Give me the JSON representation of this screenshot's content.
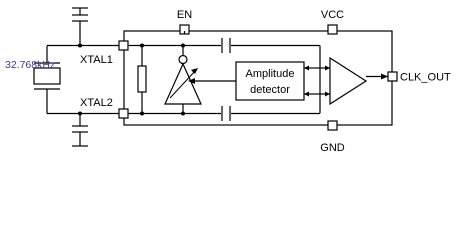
{
  "pins": {
    "en": "EN",
    "vcc": "VCC",
    "gnd": "GND",
    "xtal1": "XTAL1",
    "xtal2": "XTAL2",
    "clk_out": "CLK_OUT"
  },
  "crystal": {
    "frequency": "32.768kHz",
    "label_color": "#3a3a8c"
  },
  "blocks": {
    "detector_line1": "Amplitude",
    "detector_line2": "detector"
  },
  "icons": [
    "crystal-icon",
    "capacitor-icon",
    "resistor-icon",
    "amplifier-icon",
    "buffer-icon",
    "ground-icon"
  ]
}
